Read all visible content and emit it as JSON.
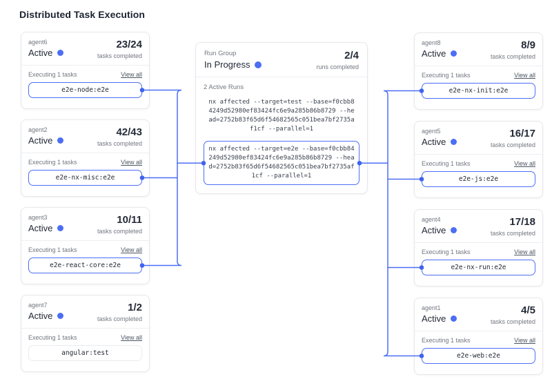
{
  "page": {
    "title": "Distributed Task Execution"
  },
  "colors": {
    "connector": "#4c6ef5",
    "connector_dot": "#3f63ee",
    "accent": "#4c6ef5"
  },
  "run_group": {
    "label": "Run Group",
    "status": "In Progress",
    "fraction": "2/4",
    "caption": "runs completed",
    "active_runs_label": "2 Active Runs",
    "runs": {
      "first": {
        "command": "nx affected --target=test --base=f0cbb84249d52980ef83424fc6e9a285b86b8729 --head=2752b83f65d6f54682565c051bea7bf2735af1cf --parallel=1"
      },
      "second": {
        "command": "nx affected --target=e2e --base=f0cbb84249d52980ef83424fc6e9a285b86b8729 --head=2752b83f65d6f54682565c051bea7bf2735af1cf --parallel=1"
      }
    }
  },
  "agents_left": [
    {
      "name": "agent6",
      "status": "Active",
      "fraction": "23/24",
      "caption": "tasks completed",
      "executing": "Executing 1 tasks",
      "view_all": "View all",
      "task": "e2e-node:e2e"
    },
    {
      "name": "agent2",
      "status": "Active",
      "fraction": "42/43",
      "caption": "tasks completed",
      "executing": "Executing 1 tasks",
      "view_all": "View all",
      "task": "e2e-nx-misc:e2e"
    },
    {
      "name": "agent3",
      "status": "Active",
      "fraction": "10/11",
      "caption": "tasks completed",
      "executing": "Executing 1 tasks",
      "view_all": "View all",
      "task": "e2e-react-core:e2e"
    },
    {
      "name": "agent7",
      "status": "Active",
      "fraction": "1/2",
      "caption": "tasks completed",
      "executing": "Executing 1 tasks",
      "view_all": "View all",
      "task": "angular:test"
    }
  ],
  "agents_right": [
    {
      "name": "agent8",
      "status": "Active",
      "fraction": "8/9",
      "caption": "tasks completed",
      "executing": "Executing 1 tasks",
      "view_all": "View all",
      "task": "e2e-nx-init:e2e"
    },
    {
      "name": "agent5",
      "status": "Active",
      "fraction": "16/17",
      "caption": "tasks completed",
      "executing": "Executing 1 tasks",
      "view_all": "View all",
      "task": "e2e-js:e2e"
    },
    {
      "name": "agent4",
      "status": "Active",
      "fraction": "17/18",
      "caption": "tasks completed",
      "executing": "Executing 1 tasks",
      "view_all": "View all",
      "task": "e2e-nx-run:e2e"
    },
    {
      "name": "agent1",
      "status": "Active",
      "fraction": "4/5",
      "caption": "tasks completed",
      "executing": "Executing 1 tasks",
      "view_all": "View all",
      "task": "e2e-web:e2e"
    }
  ]
}
